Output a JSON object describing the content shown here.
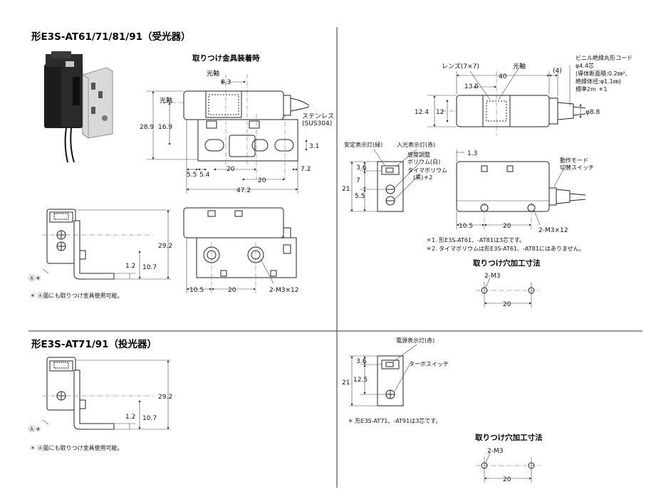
{
  "titles": {
    "receiver": "形E3S-AT61/71/81/91（受光器）",
    "emitter": "形E3S-AT71/91（投光器）",
    "bracket_mounting": "取りつけ金具装着時",
    "hole_dims_1": "取りつけ穴加工寸法",
    "hole_dims_2": "取りつけ穴加工寸法"
  },
  "labels": {
    "optical_axis_top": "光軸",
    "optical_axis_left": "光軸",
    "optical_axis_right": "光軸",
    "stainless_1": "ステンレス",
    "stainless_2": "(SUS304)",
    "lens": "レンズ(7×7)",
    "cable_1": "ビニル絶縁丸形コード",
    "cable_2": "φ4.4芯",
    "cable_3": "(導体断面積:0.2㎜²、",
    "cable_4": "絶縁体径:φ1.1㎜)",
    "cable_5": "標準2m ＊1",
    "stability_led": "安定表示灯(緑)",
    "light_in_led": "入光表示灯(赤)",
    "sens_1": "感度調整",
    "sens_2": "ボリウム(白)",
    "timer_1": "タイマボリウム",
    "timer_2": "(黒)＊2",
    "mode_1": "動作モード",
    "mode_2": "切替スイッチ",
    "power_led": "電源表示灯(赤)",
    "turbo": "ターボスイッチ",
    "face_a1": "Ⓐ＊",
    "face_a2": "Ⓐ＊"
  },
  "notes": {
    "face_a_1": "＊ Ⓐ面にも取りつけ金具使用可能。",
    "face_a_2": "＊ Ⓐ面にも取りつけ金具使用可能。",
    "n1": "＊1. 形E3S-AT61、-AT81は3芯です。",
    "n2": "＊2. タイマボリウムは形E3S-AT61、-AT81にはありません。",
    "n3": "＊ 形E3S-AT71、-AT91は3芯です。"
  },
  "dims": {
    "d8_3": "8.3",
    "d28_9": "28.9",
    "d16_9": "16.9",
    "d3_1": "3.1",
    "d5_5a": "5.5",
    "d5_4": "5.4",
    "d20a": "20",
    "d7_2": "7.2",
    "d20b": "20",
    "d47_2": "47.2",
    "d29_2a": "29.2",
    "d1_2a": "1.2",
    "d10_7a": "10.7",
    "d10_5a": "10.5",
    "d20c": "20",
    "m3x12a": "2-M3×12",
    "d40": "40",
    "d4": "(4)",
    "d13_5": "13.5",
    "d12_4": "12.4",
    "d12": "12",
    "phi8_8": "φ8.8",
    "d1_3": "1.3",
    "d3_6a": "3.6",
    "d7": "7",
    "d21a": "21",
    "d5_5b": "5.5",
    "d10_5b": "10.5",
    "d20d": "20",
    "m3x12b": "2-M3×12",
    "m3a": "2-M3",
    "d20e": "20",
    "d29_2b": "29.2",
    "d1_2b": "1.2",
    "d10_7b": "10.7",
    "d3_6b": "3.6",
    "d21b": "21",
    "d12_5": "12.5",
    "m3b": "2-M3",
    "d20f": "20"
  }
}
